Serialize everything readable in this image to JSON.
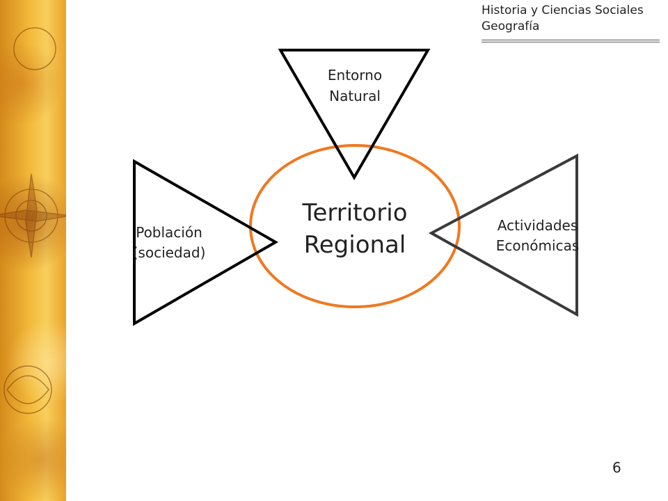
{
  "header": {
    "line1": "Historia y Ciencias Sociales",
    "line2": "Geografía"
  },
  "diagram": {
    "center": "Territorio Regional",
    "center_line1": "Territorio",
    "center_line2": "Regional",
    "top": {
      "line1": "Entorno",
      "line2": "Natural"
    },
    "left": {
      "line1": "Población",
      "line2": "(sociedad)"
    },
    "right": {
      "line1": "Actividades",
      "line2": "Económicas"
    }
  },
  "page_number": "6",
  "colors": {
    "ellipse": "#f07820",
    "triangle_black": "#000000",
    "triangle_gray": "#3a3a3a",
    "side_strip": "#f2b93a"
  }
}
